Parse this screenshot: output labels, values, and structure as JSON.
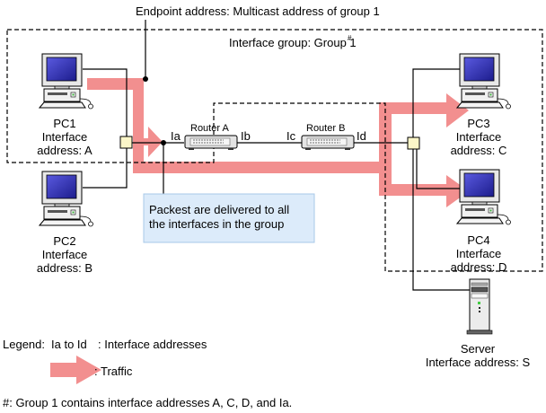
{
  "top_label": "Endpoint address: Multicast address of group 1",
  "group": {
    "label": "Interface group: Group 1",
    "superscript": "#"
  },
  "pcs": [
    {
      "name": "PC1",
      "line1": "Interface",
      "line2": "address: A"
    },
    {
      "name": "PC2",
      "line1": "Interface",
      "line2": "address: B"
    },
    {
      "name": "PC3",
      "line1": "Interface",
      "line2": "address: C"
    },
    {
      "name": "PC4",
      "line1": "Interface",
      "line2": "address: D"
    }
  ],
  "routers": [
    {
      "name": "Router A",
      "in": "Ia",
      "out": "Ib"
    },
    {
      "name": "Router B",
      "in": "Ic",
      "out": "Id"
    }
  ],
  "server": {
    "name": "Server",
    "line1": "Interface address: S"
  },
  "callout": {
    "line1": "Packest are delivered to all",
    "line2": "the interfaces in the group"
  },
  "legend": {
    "title": "Legend:",
    "item1_key": "Ia to Id",
    "item1_desc": ": Interface addresses",
    "item2_desc": ": Traffic"
  },
  "footnote": "#: Group 1 contains interface addresses A, C, D, and Ia.",
  "colors": {
    "traffic": "#f28f8f",
    "callout_bg": "#dcebfa",
    "hub": "#fbf6c8",
    "screen": "#3a3ab8"
  }
}
